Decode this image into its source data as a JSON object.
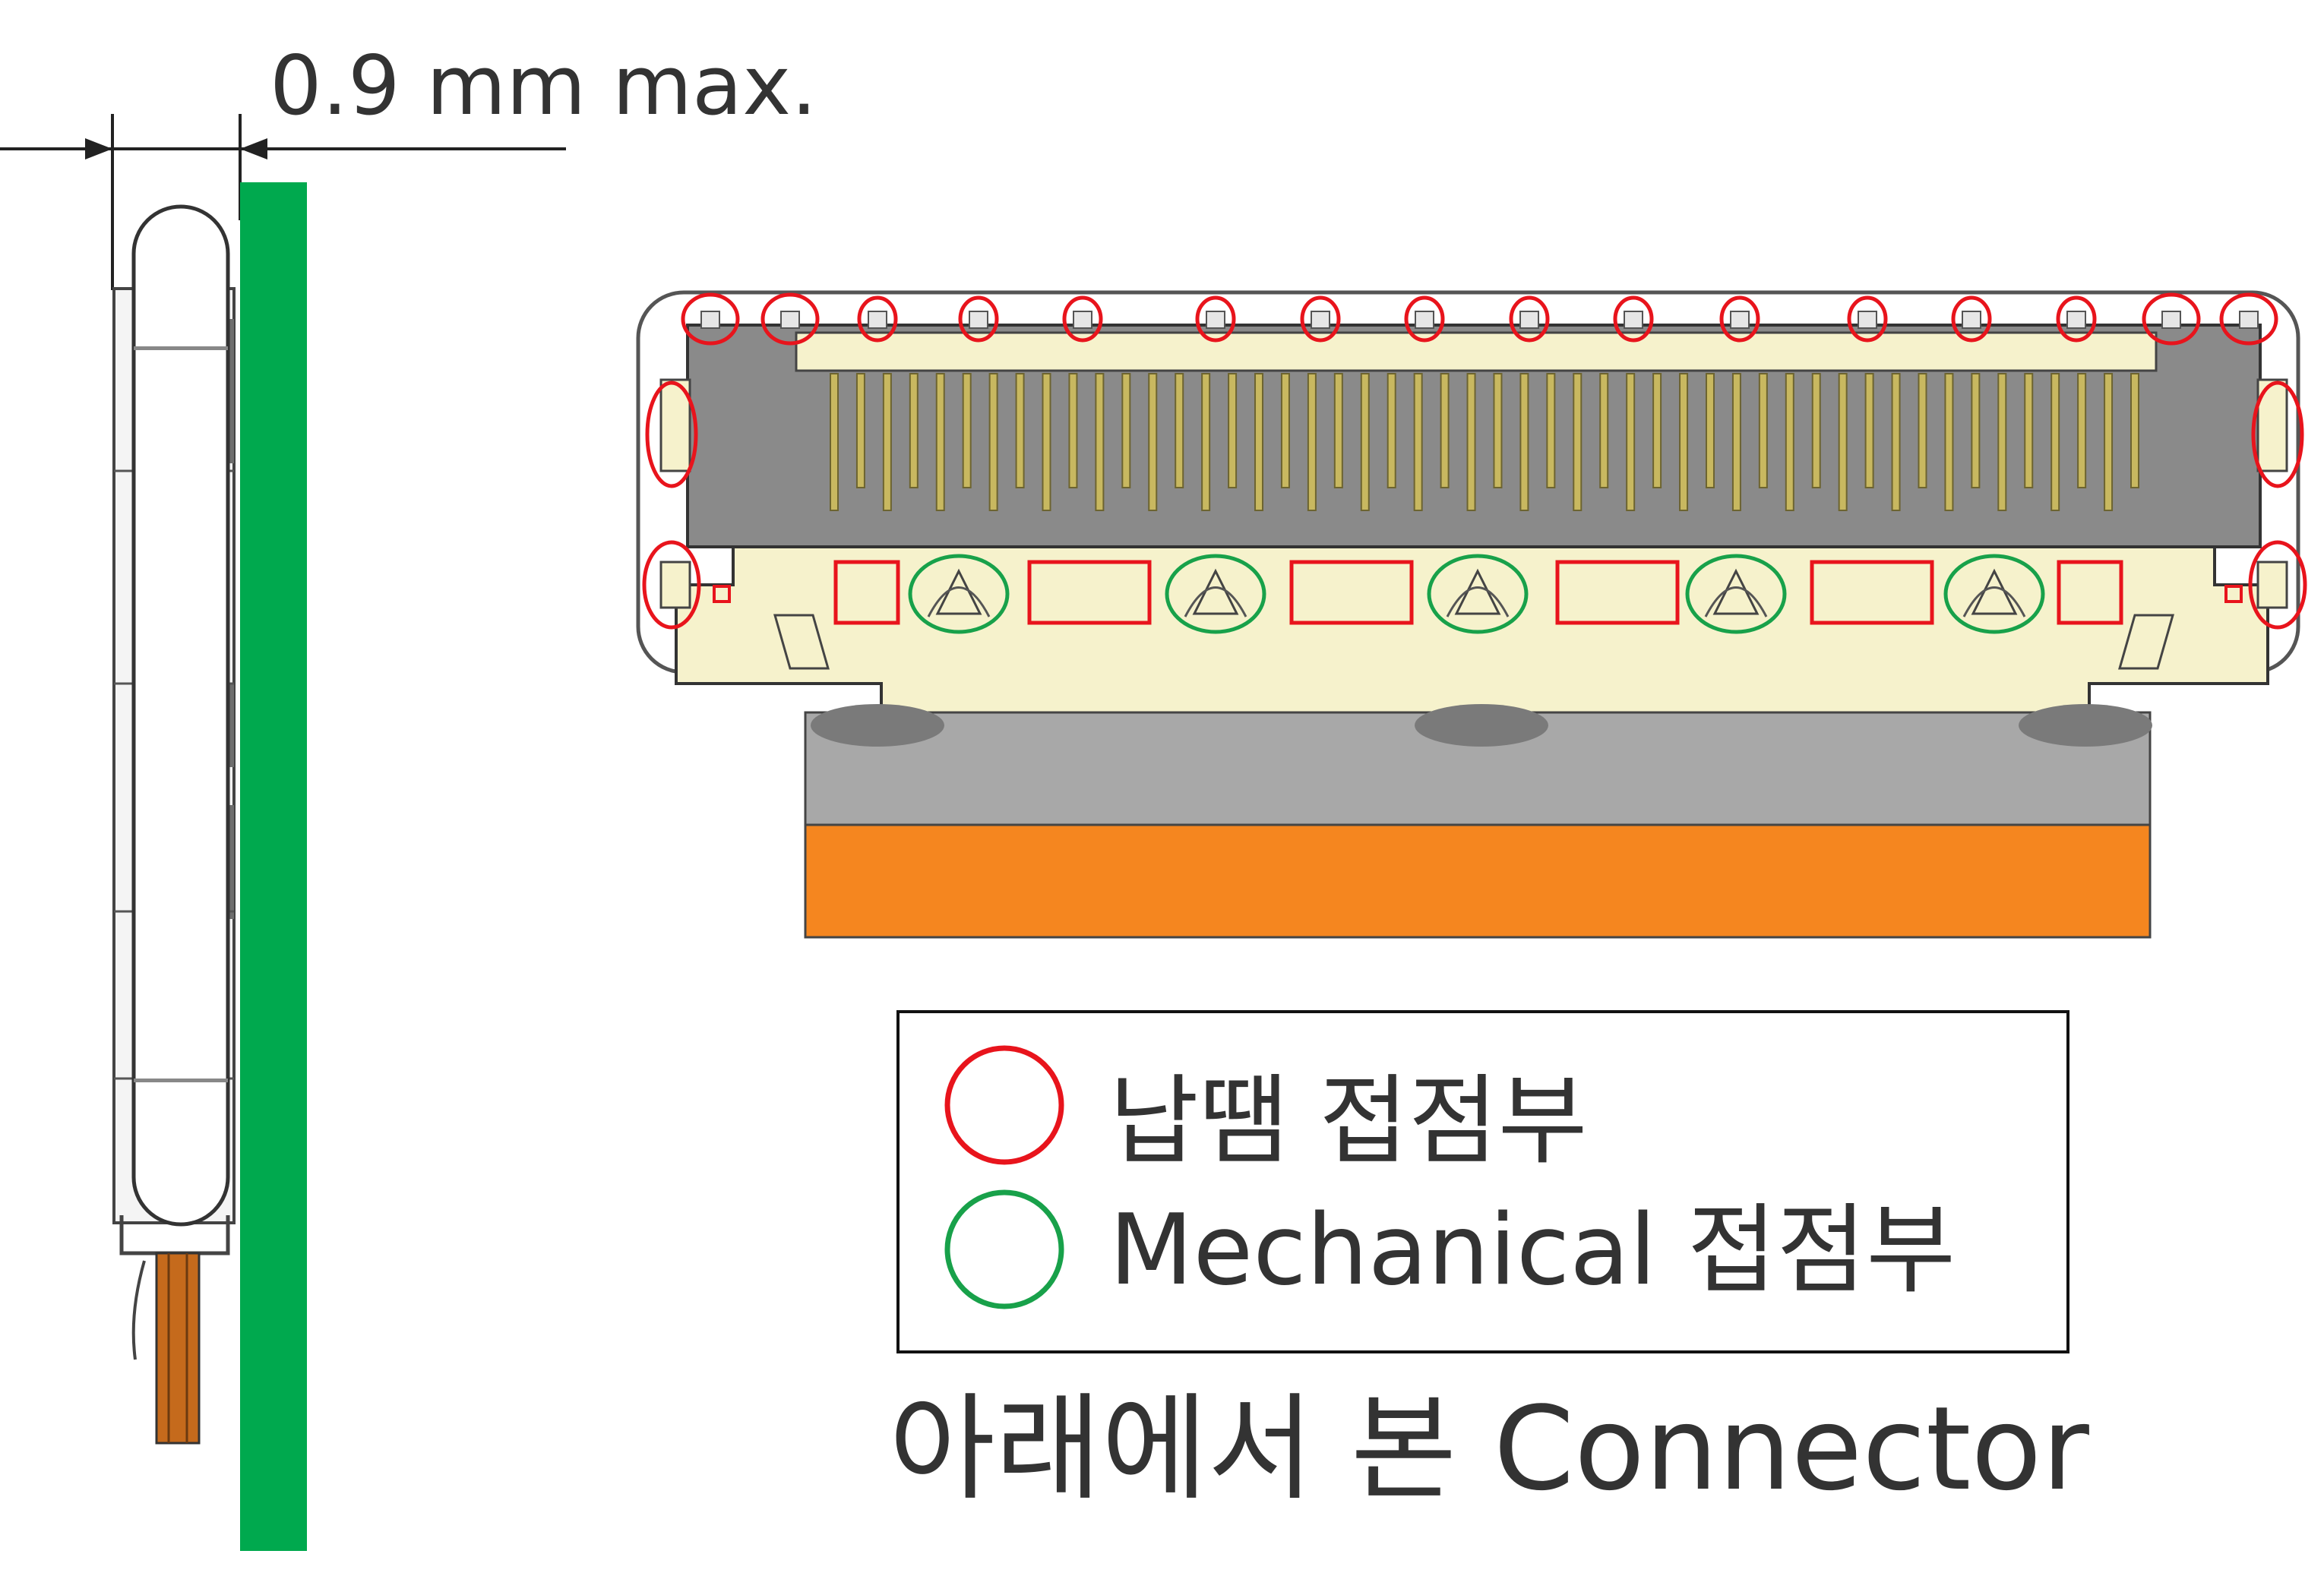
{
  "dimension": {
    "label": "0.9 mm max."
  },
  "legend": {
    "items": [
      {
        "label": "납땜 접점부",
        "color": "#e8141c"
      },
      {
        "label": "Mechanical 접점부",
        "color": "#18a14a"
      }
    ]
  },
  "caption": "아래에서 본 Connector",
  "colors": {
    "pcb_green": "#00a94e",
    "fpc_orange": "#f5861f",
    "fpc_gray": "#a8a8a8",
    "housing_cream": "#f6f2cc",
    "housing_dark": "#8a8a8a",
    "contact_gold": "#c8b860",
    "solder_marker": "#e8141c",
    "mechanical_marker": "#18a14a"
  },
  "icons": [
    "solder-point-circle-icon",
    "mechanical-point-circle-icon",
    "dimension-arrow-icon"
  ]
}
